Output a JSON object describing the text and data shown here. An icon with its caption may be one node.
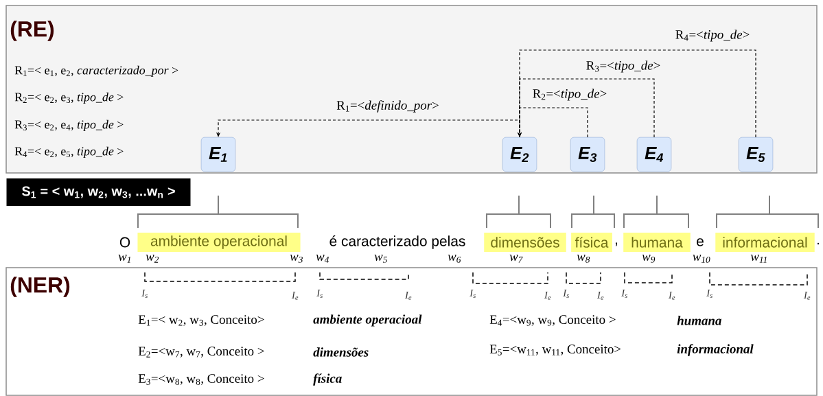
{
  "diagram": {
    "nodes": [
      {
        "text": [
          "(RE)"
        ]
      },
      {
        "text": [
          "E$_{1}$"
        ],
        "in": 0
      },
      {
        "text": [
          "E$_{2}$"
        ],
        "in": 0
      },
      {
        "text": [
          "E$_{3}$"
        ],
        "in": 0
      },
      {
        "text": [
          "E$_{4}$"
        ],
        "in": 0
      },
      {
        "text": [
          "E$_{5}$"
        ],
        "in": 0
      },
      {
        "text": [
          "S$_{1}$ = < w$_{1}$, w$_{2}$, w$_{3}$, ...w$_{n}$ >"
        ]
      },
      {
        "text": [
          "ambiente operacional"
        ]
      },
      {
        "text": [
          "dimensões"
        ]
      },
      {
        "text": [
          "física"
        ]
      },
      {
        "text": [
          "humana"
        ]
      },
      {
        "text": [
          "informacional"
        ]
      },
      {
        "text": [
          "(NER)"
        ]
      }
    ],
    "edges": [
      {
        "from": 2,
        "to": 1,
        "arrow": "to",
        "style": "dashed",
        "label": "R$_{1}$=<*definido_por*>"
      },
      {
        "from": 3,
        "to": 2,
        "arrow": "to",
        "style": "dashed",
        "label": "R$_{2}$=<*tipo_de*>"
      },
      {
        "from": 4,
        "to": 2,
        "arrow": "to",
        "style": "dashed",
        "label": "R$_{3}$=<*tipo_de*>"
      },
      {
        "from": 5,
        "to": 2,
        "arrow": "to",
        "style": "dashed",
        "label": "R$_{4}$=<*tipo_de*>"
      }
    ],
    "labels": [
      "R$_{1}$=< e$_{1}$, e$_{2}$, *caracterizado_por* >",
      "R$_{2}$=< e$_{2}$, e$_{3}$, *tipo_de* >",
      "R$_{3}$=< e$_{2}$, e$_{4}$, *tipo_de* >",
      "R$_{4}$=< e$_{2}$, e$_{5}$, *tipo_de* >",
      "O",
      "é caracterizado pelas",
      ",",
      "e",
      ".",
      "w$_{1}$",
      "w$_{2}$",
      "w$_{3}$",
      "w$_{4}$",
      "w$_{5}$",
      "w$_{6}$",
      "w$_{7}$",
      "w$_{8}$",
      "w$_{9}$",
      "w$_{10}$",
      "w$_{11}$",
      "I$_{s}$",
      "I$_{e}$",
      "I$_{s}$",
      "I$_{e}$",
      "I$_{s}$",
      "I$_{e}$",
      "I$_{s}$",
      "I$_{e}$",
      "I$_{s}$",
      "I$_{e}$",
      "I$_{s}$",
      "I$_{e}$",
      "E$_{1}$=< w$_{2}$, w$_{3}$, Conceito>",
      "ambiente operacioal",
      "E$_{4}$=<w$_{9}$, w$_{9}$, Conceito >",
      "humana",
      "E$_{2}$=<w$_{7}$, w$_{7}$, Conceito >",
      "dimensões",
      "E$_{5}$=<w$_{11}$, w$_{11}$, Conceito>",
      "informacional",
      "E$_{3}$=<w$_{8}$, w$_{8}$, Conceito >",
      "física"
    ]
  }
}
